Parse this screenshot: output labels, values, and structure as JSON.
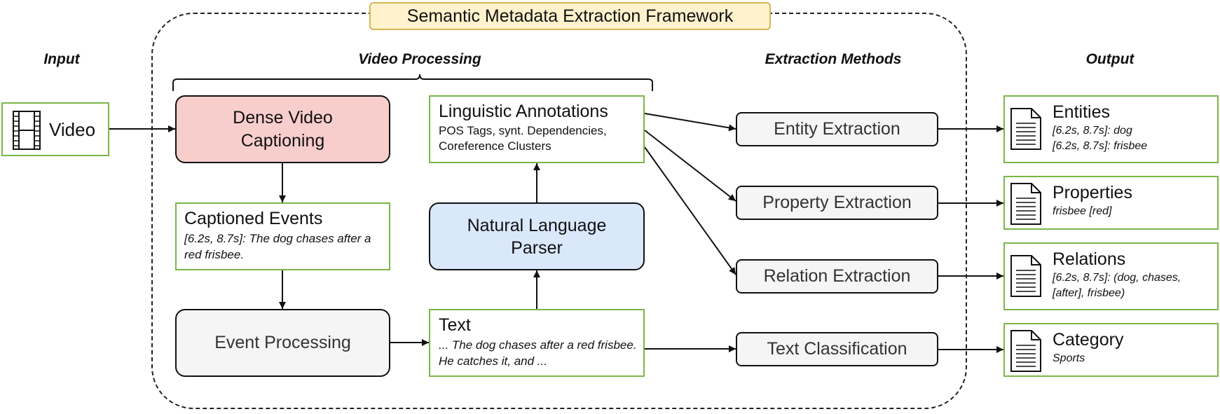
{
  "title": "Semantic Metadata Extraction Framework",
  "columns": {
    "input": "Input",
    "video_processing": "Video Processing",
    "extraction_methods": "Extraction Methods",
    "output": "Output"
  },
  "video": {
    "label": "Video",
    "icon": "film-icon"
  },
  "dense_captioning": {
    "label": "Dense Video Captioning"
  },
  "captioned_events": {
    "title": "Captioned Events",
    "text": "[6.2s, 8.7s]: The dog chases after a red frisbee."
  },
  "event_processing": {
    "label": "Event Processing"
  },
  "text_node": {
    "title": "Text",
    "text": "... The dog chases after a red frisbee. He catches it, and ..."
  },
  "nl_parser": {
    "label": "Natural Language Parser"
  },
  "linguistic": {
    "title": "Linguistic Annotations",
    "text": "POS Tags, synt. Dependencies, Coreference Clusters"
  },
  "methods": [
    {
      "label": "Entity Extraction"
    },
    {
      "label": "Property Extraction"
    },
    {
      "label": "Relation Extraction"
    },
    {
      "label": "Text Classification"
    }
  ],
  "outputs": [
    {
      "title": "Entities",
      "lines": [
        "[6.2s, 8.7s]: dog",
        "[6.2s, 8.7s]: frisbee"
      ],
      "icon": "document-icon"
    },
    {
      "title": "Properties",
      "lines": [
        "frisbee [red]"
      ],
      "icon": "document-icon"
    },
    {
      "title": "Relations",
      "lines": [
        "[6.2s, 8.7s]: (dog, chases, [after], frisbee)"
      ],
      "icon": "document-icon"
    },
    {
      "title": "Category",
      "lines": [
        "Sports"
      ],
      "icon": "document-icon"
    }
  ],
  "colors": {
    "green_border": "#7ab648",
    "pink_fill": "#f8cecc",
    "blue_fill": "#dae8fc",
    "grey_fill": "#f5f5f5",
    "title_fill": "#fff2cc",
    "title_border": "#d6b656"
  }
}
